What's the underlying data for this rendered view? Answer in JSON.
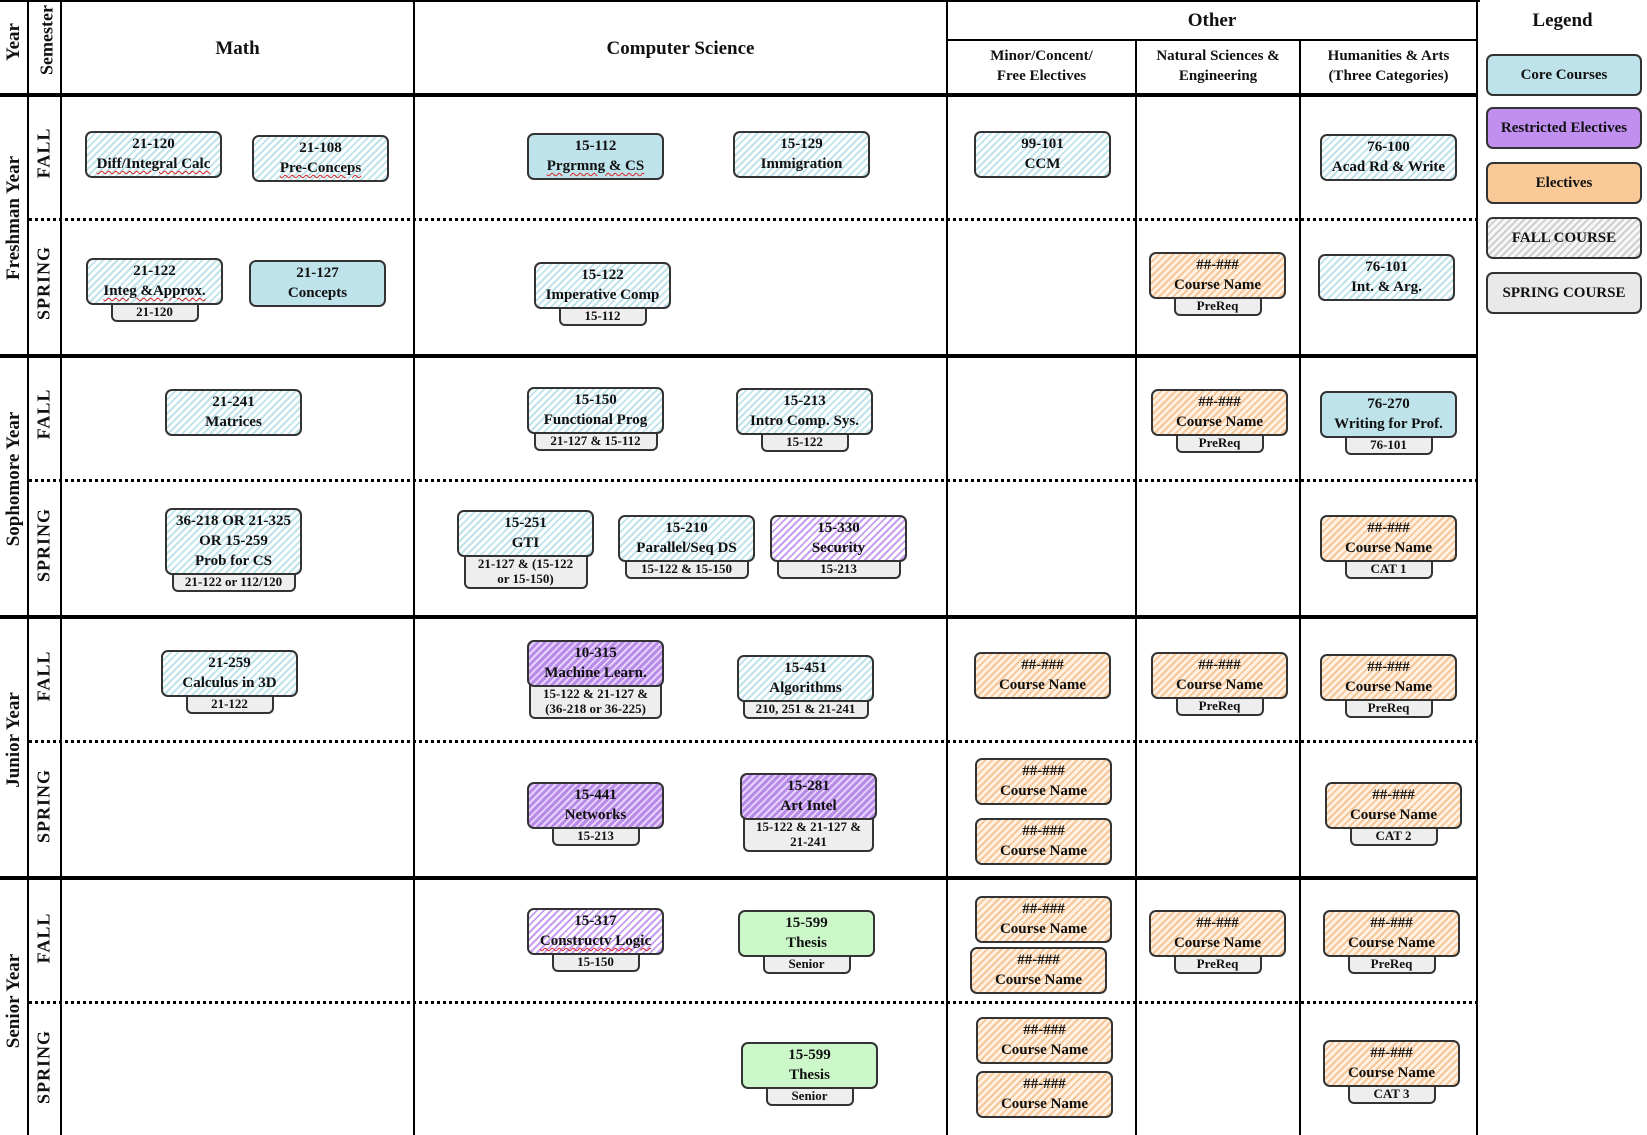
{
  "headers": {
    "year": "Year",
    "semester": "Semester",
    "math": "Math",
    "cs": "Computer Science",
    "other": "Other",
    "minor_line1": "Minor/Concent/",
    "minor_line2": "Free Electives",
    "natsci_line1": "Natural Sciences &",
    "natsci_line2": "Engineering",
    "hum_line1": "Humanities & Arts",
    "hum_line2": "(Three Categories)"
  },
  "years": [
    "Freshman Year",
    "Sophomore Year",
    "Junior Year",
    "Senior Year"
  ],
  "semesters": {
    "fall": "FALL",
    "spring": "SPRING"
  },
  "legend": {
    "title": "Legend",
    "items": [
      "Core Courses",
      "Restricted Electives",
      "Electives",
      "FALL COURSE",
      "SPRING COURSE"
    ]
  },
  "courses": {
    "c21120": {
      "code": "21-120",
      "name": "Diff/Integral Calc"
    },
    "c21108": {
      "code": "21-108",
      "name": "Pre-Conceps"
    },
    "c15112": {
      "code": "15-112",
      "name": "Prgrmng & CS"
    },
    "c15129": {
      "code": "15-129",
      "name": "Immigration"
    },
    "c99101": {
      "code": "99-101",
      "name": "CCM"
    },
    "c76100": {
      "code": "76-100",
      "name": "Acad Rd & Write"
    },
    "c21122": {
      "code": "21-122",
      "name": "Integ &Approx.",
      "prereq": "21-120"
    },
    "c21127": {
      "code": "21-127",
      "name": "Concepts"
    },
    "c15122": {
      "code": "15-122",
      "name": "Imperative Comp",
      "prereq": "15-112"
    },
    "e_fr_sp_ns": {
      "code": "##-###",
      "name": "Course Name",
      "prereq": "PreReq"
    },
    "c76101": {
      "code": "76-101",
      "name": "Int. & Arg."
    },
    "c21241": {
      "code": "21-241",
      "name": "Matrices"
    },
    "c15150": {
      "code": "15-150",
      "name": "Functional Prog",
      "prereq": "21-127 & 15-112"
    },
    "c15213": {
      "code": "15-213",
      "name": "Intro Comp. Sys.",
      "prereq": "15-122"
    },
    "e_so_fa_ns": {
      "code": "##-###",
      "name": "Course Name",
      "prereq": "PreReq"
    },
    "c76270": {
      "code": "76-270",
      "name": "Writing for Prof.",
      "prereq": "76-101"
    },
    "c36218": {
      "line1": "36-218 OR 21-325",
      "line2": "OR 15-259",
      "name": "Prob for CS",
      "prereq": "21-122 or 112/120"
    },
    "c15251": {
      "code": "15-251",
      "name": "GTI",
      "prereq1": "21-127 & (15-122",
      "prereq2": "or 15-150)"
    },
    "c15210": {
      "code": "15-210",
      "name": "Parallel/Seq DS",
      "prereq": "15-122 & 15-150"
    },
    "c15330": {
      "code": "15-330",
      "name": "Security",
      "prereq": "15-213"
    },
    "e_so_sp_hum": {
      "code": "##-###",
      "name": "Course Name",
      "prereq": "CAT 1"
    },
    "c21259": {
      "code": "21-259",
      "name": "Calculus in 3D",
      "prereq": "21-122"
    },
    "c10315": {
      "code": "10-315",
      "name": "Machine Learn.",
      "prereq1": "15-122 & 21-127 &",
      "prereq2": "(36-218 or 36-225)"
    },
    "c15451": {
      "code": "15-451",
      "name": "Algorithms",
      "prereq": "210, 251 & 21-241"
    },
    "e_jr_fa_min": {
      "code": "##-###",
      "name": "Course Name"
    },
    "e_jr_fa_ns": {
      "code": "##-###",
      "name": "Course Name",
      "prereq": "PreReq"
    },
    "e_jr_fa_hum": {
      "code": "##-###",
      "name": "Course Name",
      "prereq": "PreReq"
    },
    "c15441": {
      "code": "15-441",
      "name": "Networks",
      "prereq": "15-213"
    },
    "c15281": {
      "code": "15-281",
      "name": "Art Intel",
      "prereq1": "15-122 & 21-127 &",
      "prereq2": "21-241"
    },
    "e_jr_sp_min1": {
      "code": "##-###",
      "name": "Course Name"
    },
    "e_jr_sp_min2": {
      "code": "##-###",
      "name": "Course Name"
    },
    "e_jr_sp_hum": {
      "code": "##-###",
      "name": "Course Name",
      "prereq": "CAT 2"
    },
    "c15317": {
      "code": "15-317",
      "name": "Constructv Logic",
      "prereq": "15-150"
    },
    "c15599a": {
      "code": "15-599",
      "name": "Thesis",
      "prereq": "Senior"
    },
    "e_sr_fa_min1": {
      "code": "##-###",
      "name": "Course Name"
    },
    "e_sr_fa_min2": {
      "code": "##-###",
      "name": "Course Name"
    },
    "e_sr_fa_ns": {
      "code": "##-###",
      "name": "Course Name",
      "prereq": "PreReq"
    },
    "e_sr_fa_hum": {
      "code": "##-###",
      "name": "Course Name",
      "prereq": "PreReq"
    },
    "c15599b": {
      "code": "15-599",
      "name": "Thesis",
      "prereq": "Senior"
    },
    "e_sr_sp_min1": {
      "code": "##-###",
      "name": "Course Name"
    },
    "e_sr_sp_min2": {
      "code": "##-###",
      "name": "Course Name"
    },
    "e_sr_sp_hum": {
      "code": "##-###",
      "name": "Course Name",
      "prereq": "CAT 3"
    }
  },
  "colors": {
    "core": "#bfe3ea",
    "restricted": "#c08ff0",
    "elective": "#f9c997",
    "thesis": "#cbf7c9",
    "spring_prereq": "#eeeeee"
  }
}
